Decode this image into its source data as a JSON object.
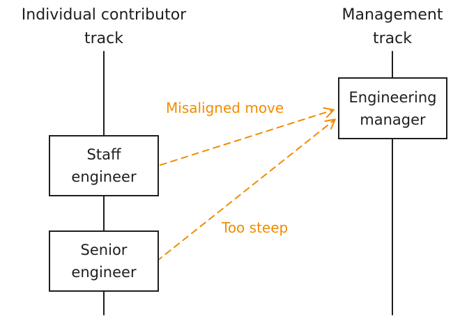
{
  "tracks": {
    "ic": {
      "title_line1": "Individual contributor",
      "title_line2": "track"
    },
    "mgmt": {
      "title_line1": "Management",
      "title_line2": "track"
    }
  },
  "nodes": {
    "staff": {
      "line1": "Staff",
      "line2": "engineer"
    },
    "senior": {
      "line1": "Senior",
      "line2": "engineer"
    },
    "em": {
      "line1": "Engineering",
      "line2": "manager"
    }
  },
  "arrows": {
    "misaligned": {
      "label": "Misaligned move"
    },
    "steep": {
      "label": "Too steep"
    }
  },
  "colors": {
    "ink": "#1e1e1e",
    "accent": "#f08c00"
  }
}
